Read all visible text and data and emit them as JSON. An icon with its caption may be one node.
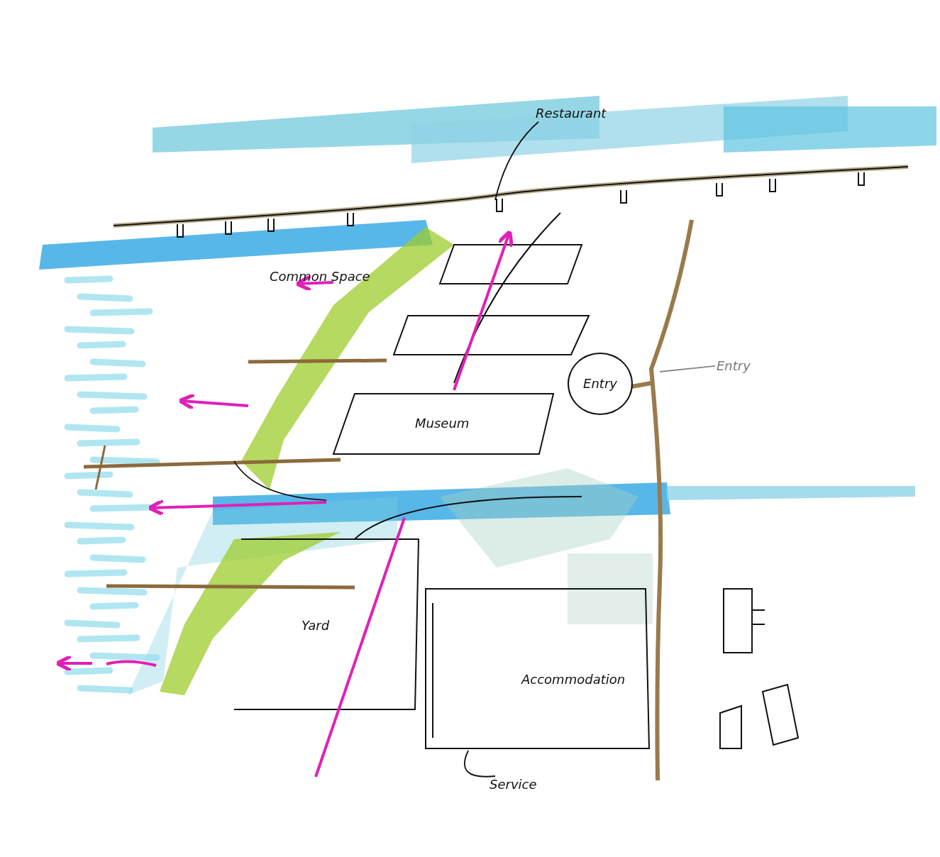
{
  "diagram": {
    "nodes": [
      {
        "text": [
          "Restaurant"
        ]
      },
      {
        "text": [
          "Entry"
        ]
      },
      {
        "text": [
          "Entry"
        ]
      },
      {
        "text": [
          "Service"
        ]
      }
    ],
    "edges": [
      {
        "from": 0,
        "to": null,
        "arrow": "none"
      },
      {
        "from": 2,
        "to": null,
        "arrow": "none",
        "color": "#888888"
      },
      {
        "from": 3,
        "to": null,
        "arrow": "none"
      }
    ],
    "labels": [
      "Common Space",
      "Museum",
      "Yard",
      "Accommodation"
    ]
  }
}
